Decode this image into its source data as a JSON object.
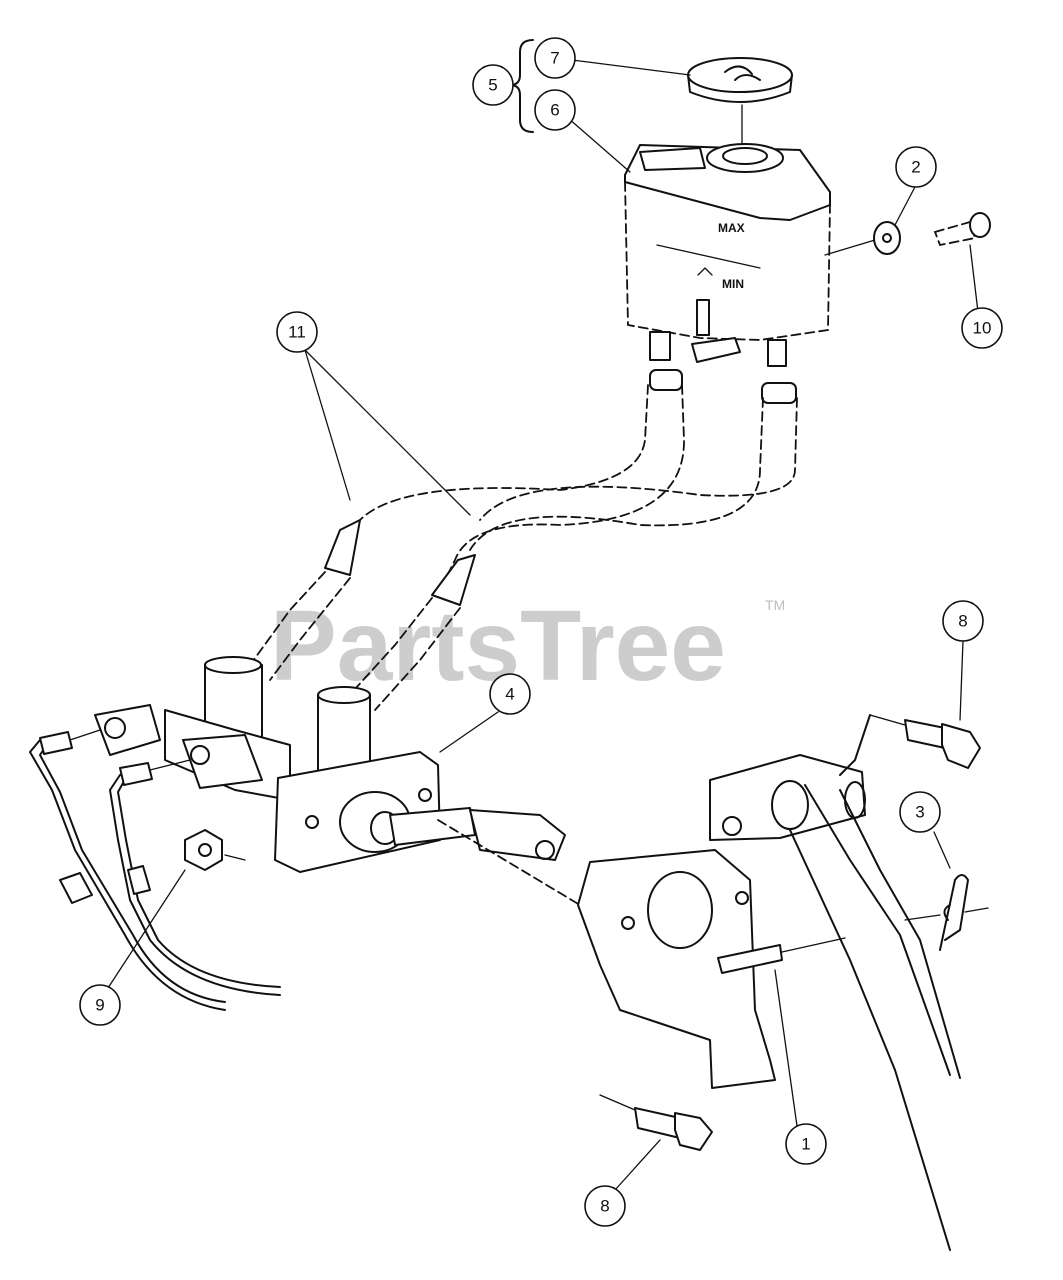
{
  "watermark": {
    "text": "PartsTree",
    "trademark": "TM"
  },
  "reservoir_markings": {
    "max": "MAX",
    "min": "MIN"
  },
  "callouts": [
    {
      "id": "callout-1",
      "label": "1"
    },
    {
      "id": "callout-2",
      "label": "2"
    },
    {
      "id": "callout-3",
      "label": "3"
    },
    {
      "id": "callout-4",
      "label": "4"
    },
    {
      "id": "callout-5",
      "label": "5"
    },
    {
      "id": "callout-6",
      "label": "6"
    },
    {
      "id": "callout-7",
      "label": "7"
    },
    {
      "id": "callout-8a",
      "label": "8"
    },
    {
      "id": "callout-8b",
      "label": "8"
    },
    {
      "id": "callout-9",
      "label": "9"
    },
    {
      "id": "callout-10",
      "label": "10"
    },
    {
      "id": "callout-11",
      "label": "11"
    }
  ]
}
